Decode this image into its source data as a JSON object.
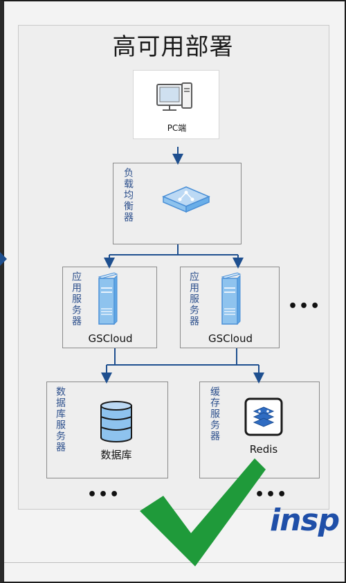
{
  "title": "高可用部署",
  "nodes": {
    "pc": {
      "label": "PC端"
    },
    "load_balancer": {
      "vertical_label": "负载均衡器"
    },
    "app_server_1": {
      "vertical_label": "应用服务器",
      "label": "GSCloud"
    },
    "app_server_2": {
      "vertical_label": "应用服务器",
      "label": "GSCloud"
    },
    "db_server": {
      "vertical_label": "数据库服务器",
      "label": "数据库"
    },
    "cache_server": {
      "vertical_label": "缓存服务器",
      "label": "Redis"
    }
  },
  "ellipsis": "•••",
  "brand_text": "insp",
  "colors": {
    "arrow": "#1e4f8f",
    "server_blue": "#8ec3ee",
    "checkmark": "#1f9a3a",
    "brand": "#1f4fa8"
  }
}
